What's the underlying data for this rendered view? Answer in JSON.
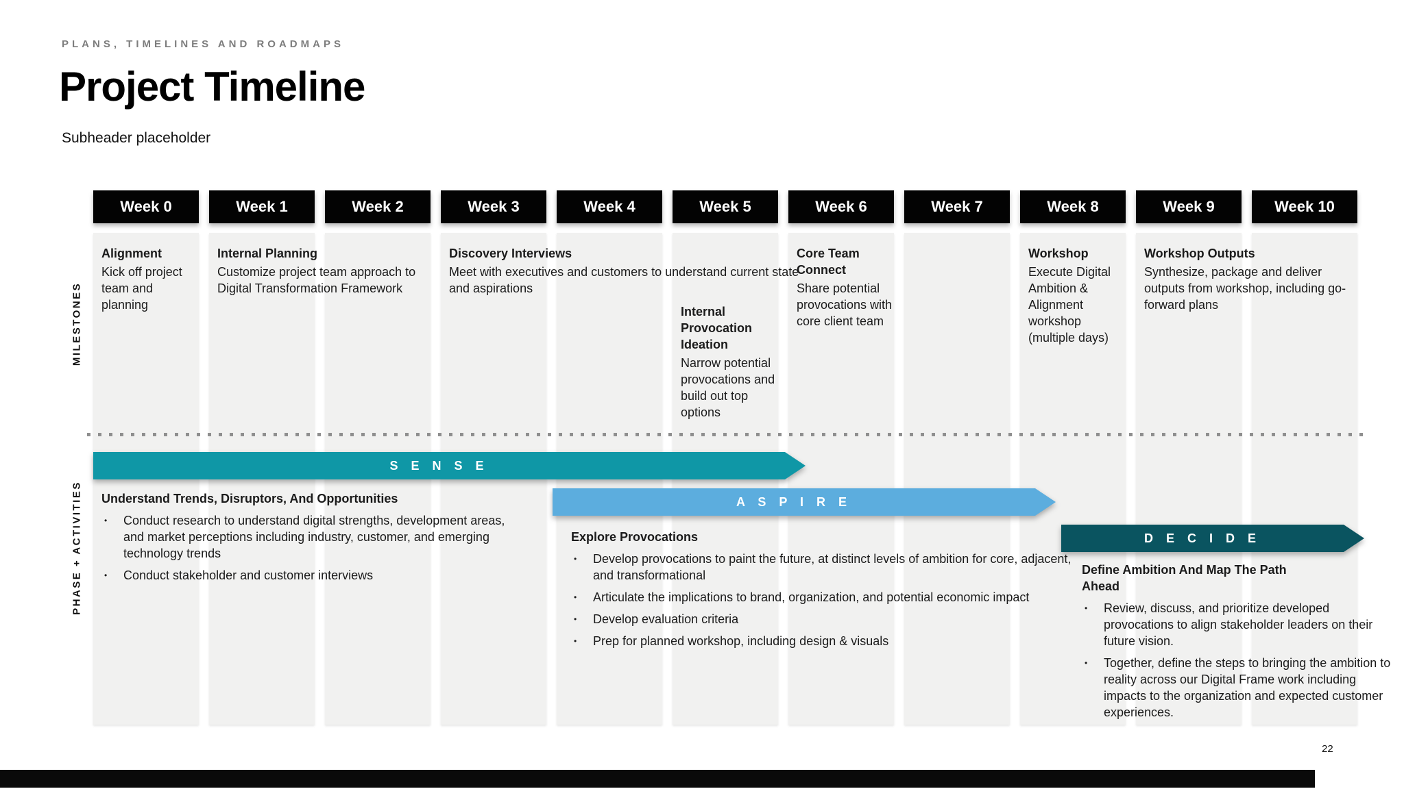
{
  "slide": {
    "eyebrow": "PLANS, TIMELINES AND ROADMAPS",
    "title": "Project Timeline",
    "subheader": "Subheader placeholder",
    "page_number": "22"
  },
  "rails": {
    "milestones_label": "MILESTONES",
    "phases_label": "PHASE + ACTIVITIES"
  },
  "weeks": [
    "Week 0",
    "Week 1",
    "Week 2",
    "Week 3",
    "Week 4",
    "Week 5",
    "Week 6",
    "Week 7",
    "Week 8",
    "Week 9",
    "Week 10"
  ],
  "milestones": [
    {
      "week": "Week 0",
      "title": "Alignment",
      "body": "Kick off project team and planning"
    },
    {
      "week": "Week 1",
      "title": "Internal Planning",
      "body": "Customize project team approach to Digital Transformation Framework"
    },
    {
      "week": "Week 3",
      "title": "Discovery Interviews",
      "body": "Meet with executives and customers to understand current state and aspirations"
    },
    {
      "week": "Week 5",
      "title": "Internal Provocation Ideation",
      "body": "Narrow potential provocations and build out top options"
    },
    {
      "week": "Week 6",
      "title": "Core Team Connect",
      "body": "Share potential provocations with core client team"
    },
    {
      "week": "Week 8",
      "title": "Workshop",
      "body": "Execute Digital Ambition & Alignment workshop (multiple days)"
    },
    {
      "week": "Week 9",
      "title": "Workshop Outputs",
      "body": "Synthesize, package and deliver outputs from workshop, including go-forward plans"
    }
  ],
  "phases": [
    {
      "label": "S E N S E",
      "color": "#0f97a6",
      "heading": "Understand Trends, Disruptors,  And Opportunities",
      "bullets": [
        "Conduct research to understand digital strengths, development areas, and market perceptions including industry, customer, and emerging technology trends",
        "Conduct stakeholder and customer interviews"
      ]
    },
    {
      "label": "A S P I R E",
      "color": "#5cadde",
      "heading": "Explore Provocations",
      "bullets": [
        "Develop provocations to paint the future, at distinct levels of ambition for core, adjacent, and transformational",
        "Articulate the implications to brand, organization, and potential  economic impact",
        "Develop evaluation criteria",
        "Prep for planned workshop, including design & visuals"
      ]
    },
    {
      "label": "D E C I D E",
      "color": "#0a5460",
      "heading": "Define Ambition And Map The Path Ahead",
      "bullets": [
        "Review, discuss, and prioritize developed provocations to align stakeholder leaders on their future vision.",
        "Together, define the steps to bringing the ambition to reality across our Digital Frame work including  impacts to the organization and expected customer experiences."
      ]
    }
  ],
  "colors": {
    "column_background": "#f1f1f0",
    "week_header_background": "#030303",
    "dotted_line": "#8f8f8f"
  }
}
